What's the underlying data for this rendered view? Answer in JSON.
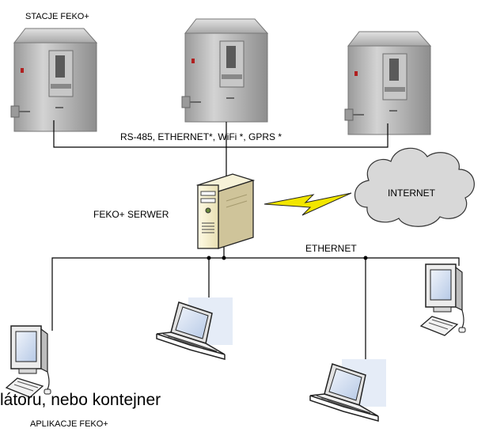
{
  "diagram": {
    "stations_label": "STACJE FEKO+",
    "bus_label": "RS-485, ETHERNET*, WiFi *, GPRS *",
    "server_label": "FEKO+ SERWER",
    "internet_label": "INTERNET",
    "ethernet_label": "ETHERNET",
    "overlay_text": "látoru, nebo kontejner",
    "apps_label": "APLIKACJE FEKO+"
  },
  "colors": {
    "line": "#000000",
    "cabinet": "#b8b8b8",
    "cloud": "#d8d8d8",
    "bolt": "#f2e600",
    "screen": "#c9d9ef"
  },
  "icons": [
    "station-cabinet-icon",
    "server-tower-icon",
    "cloud-icon",
    "lightning-icon",
    "desktop-computer-icon",
    "laptop-icon"
  ]
}
